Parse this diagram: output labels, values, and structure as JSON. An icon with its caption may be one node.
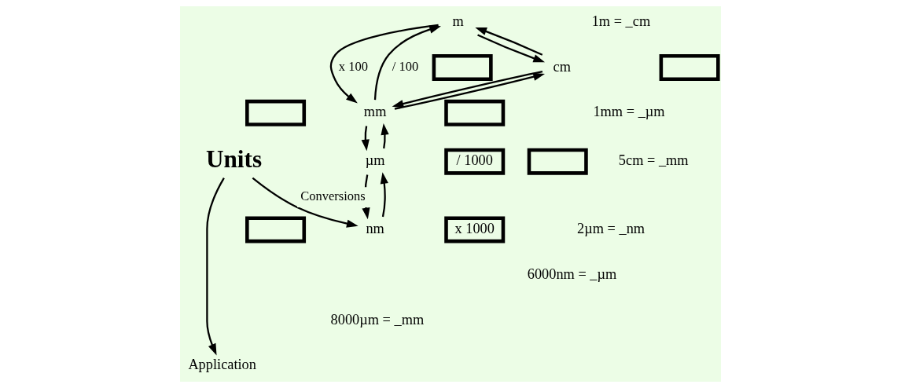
{
  "diagram": {
    "nodes": [
      {
        "text": [
          "m"
        ]
      },
      {
        "text": [],
        "shape": "box"
      },
      {
        "text": [
          "cm"
        ]
      },
      {
        "text": [],
        "shape": "box"
      },
      {
        "text": [],
        "shape": "box"
      },
      {
        "text": [],
        "shape": "box"
      },
      {
        "text": [
          "mm"
        ]
      },
      {
        "text": [
          "/ 1000"
        ]
      },
      {
        "text": [
          "µm"
        ]
      },
      {
        "text": [],
        "shape": "box"
      },
      {
        "text": [],
        "shape": "box"
      },
      {
        "text": [
          "nm"
        ]
      },
      {
        "text": [
          "x 1000"
        ]
      },
      {
        "text": [
          "Application"
        ]
      },
      {
        "text": [
          "Units"
        ]
      }
    ],
    "edges": [
      {
        "from": 2,
        "to": 0,
        "arrow": "to"
      },
      {
        "from": 0,
        "to": 2,
        "arrow": "to"
      },
      {
        "from": 6,
        "to": 2,
        "arrow": "to"
      },
      {
        "from": 2,
        "to": 6,
        "arrow": "to"
      },
      {
        "from": 8,
        "to": 6,
        "arrow": "to"
      },
      {
        "from": 6,
        "to": 8,
        "arrow": "to"
      },
      {
        "from": 11,
        "to": 8,
        "arrow": "to"
      },
      {
        "from": 8,
        "to": 11,
        "arrow": "to"
      },
      {
        "from": 6,
        "to": 0,
        "arrow": "to",
        "label": "/ 100"
      },
      {
        "from": 0,
        "to": 6,
        "arrow": "to",
        "label": "x 100"
      },
      {
        "from": 14,
        "to": 11,
        "arrow": "to",
        "label": "Conversions"
      },
      {
        "from": 14,
        "to": 13,
        "arrow": "to"
      }
    ],
    "labels": [
      "1m = _cm",
      "1mm = _µm",
      "5cm = _mm",
      "2µm = _nm",
      "6000nm = _µm",
      "8000µm = _mm"
    ]
  }
}
